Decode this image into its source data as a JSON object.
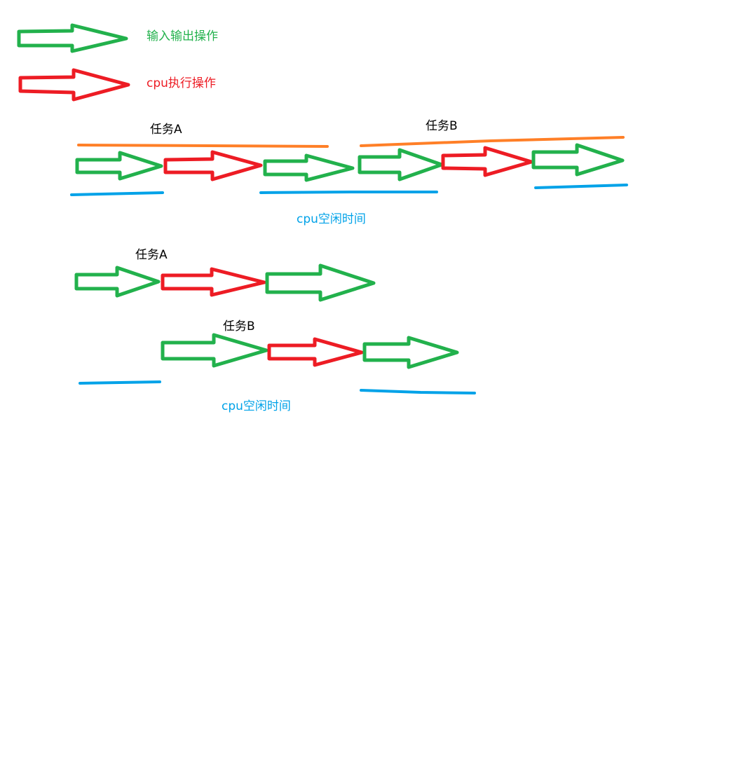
{
  "colors": {
    "io": "#22b14c",
    "cpu": "#ed1c24",
    "task_line": "#ff7f27",
    "idle": "#00a2e8",
    "text_dark": "#000000"
  },
  "legend": {
    "io_label": "输入输出操作",
    "cpu_label": "cpu执行操作"
  },
  "section1": {
    "task_a_label": "任务A",
    "task_b_label": "任务B",
    "idle_label": "cpu空闲时间",
    "sequence": [
      "io",
      "cpu",
      "io",
      "io",
      "cpu",
      "io"
    ]
  },
  "section2": {
    "task_a_label": "任务A",
    "task_b_label": "任务B",
    "idle_label": "cpu空闲时间",
    "task_a_sequence": [
      "io",
      "cpu",
      "io"
    ],
    "task_b_sequence": [
      "io",
      "cpu",
      "io"
    ]
  }
}
